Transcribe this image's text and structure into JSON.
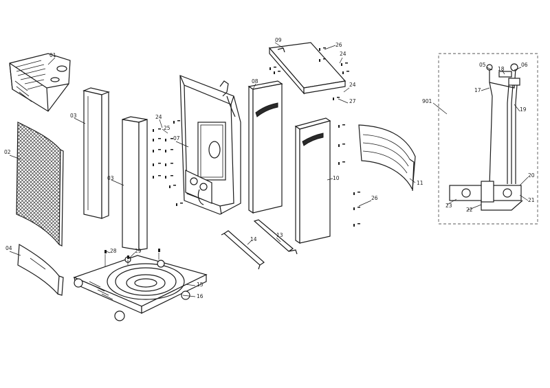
{
  "callouts": {
    "c01": "01",
    "c02": "02",
    "c03a": "03",
    "c03b": "03",
    "c04": "04",
    "c05": "05",
    "c06": "06",
    "c07": "07",
    "c08": "08",
    "c09": "09",
    "c10": "10",
    "c11": "11",
    "c13": "13",
    "c14": "14",
    "c15": "15",
    "c16": "16",
    "c17": "17",
    "c18": "18",
    "c19": "19",
    "c20": "20",
    "c21": "21",
    "c22": "22",
    "c23": "23",
    "c24a": "24",
    "c24b": "24",
    "c24c": "24",
    "c25": "25",
    "c26a": "26",
    "c26b": "26",
    "c27": "27",
    "c28": "28",
    "c29": "29",
    "c901": "901"
  }
}
